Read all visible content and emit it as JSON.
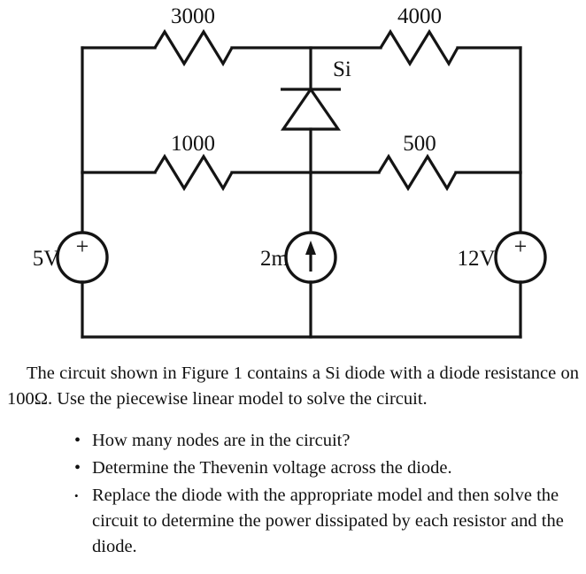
{
  "figure": {
    "name": "circuit-schematic",
    "components": {
      "resistor_top_left": {
        "label": "3000"
      },
      "resistor_top_right": {
        "label": "4000"
      },
      "resistor_mid_left": {
        "label": "1000"
      },
      "resistor_mid_right": {
        "label": "500"
      },
      "diode": {
        "label": "Si"
      },
      "source_left": {
        "label": "5V",
        "polarity": "+"
      },
      "source_center": {
        "label": "2m",
        "symbol": "up-arrow"
      },
      "source_right": {
        "label": "12V",
        "polarity": "+"
      }
    }
  },
  "prose": {
    "intro": "The circuit shown in Figure 1 contains a Si diode with a diode resistance on 100Ω. Use the piecewise linear model to solve the circuit.",
    "tasks": [
      "How many nodes are in the circuit?",
      "Determine the Thevenin voltage across the diode.",
      "Replace the diode with the appropriate model and then solve the circuit to determine the power dissipated by each resistor and the diode."
    ],
    "bullet_glyph": "•"
  },
  "colors": {
    "ink": "#141414",
    "background": "#ffffff"
  }
}
